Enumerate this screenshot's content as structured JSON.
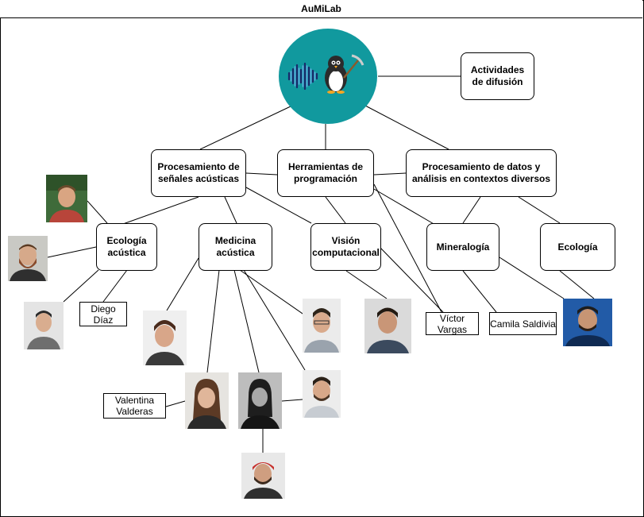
{
  "window": {
    "title": "AuMiLab"
  },
  "colors": {
    "logo_fill": "#11999e",
    "node_border": "#000000"
  },
  "logo": {
    "icons": [
      "audio-waveform-icon",
      "penguin-with-pickaxe-icon"
    ]
  },
  "nodes": {
    "difusion": "Actividades de difusión",
    "senales": "Procesamiento de señales acústicas",
    "herramientas": "Herramientas de programación",
    "datos": "Procesamiento de datos y análisis en contextos diversos",
    "eco_acustica": "Ecología acústica",
    "medicina": "Medicina acústica",
    "vision": "Visión computacional",
    "mineralogia": "Mineralogía",
    "ecologia": "Ecología"
  },
  "people": {
    "diego": "Diego Díaz",
    "valentina": "Valentina Valderas",
    "victor": "Víctor Vargas",
    "camila": "Camila Saldivia"
  },
  "photos": [
    "person-photo-1",
    "person-photo-2",
    "person-photo-3",
    "person-photo-4",
    "person-photo-5",
    "person-photo-6",
    "person-photo-7",
    "person-photo-8",
    "person-photo-9",
    "person-photo-10",
    "person-photo-11",
    "person-photo-12"
  ]
}
